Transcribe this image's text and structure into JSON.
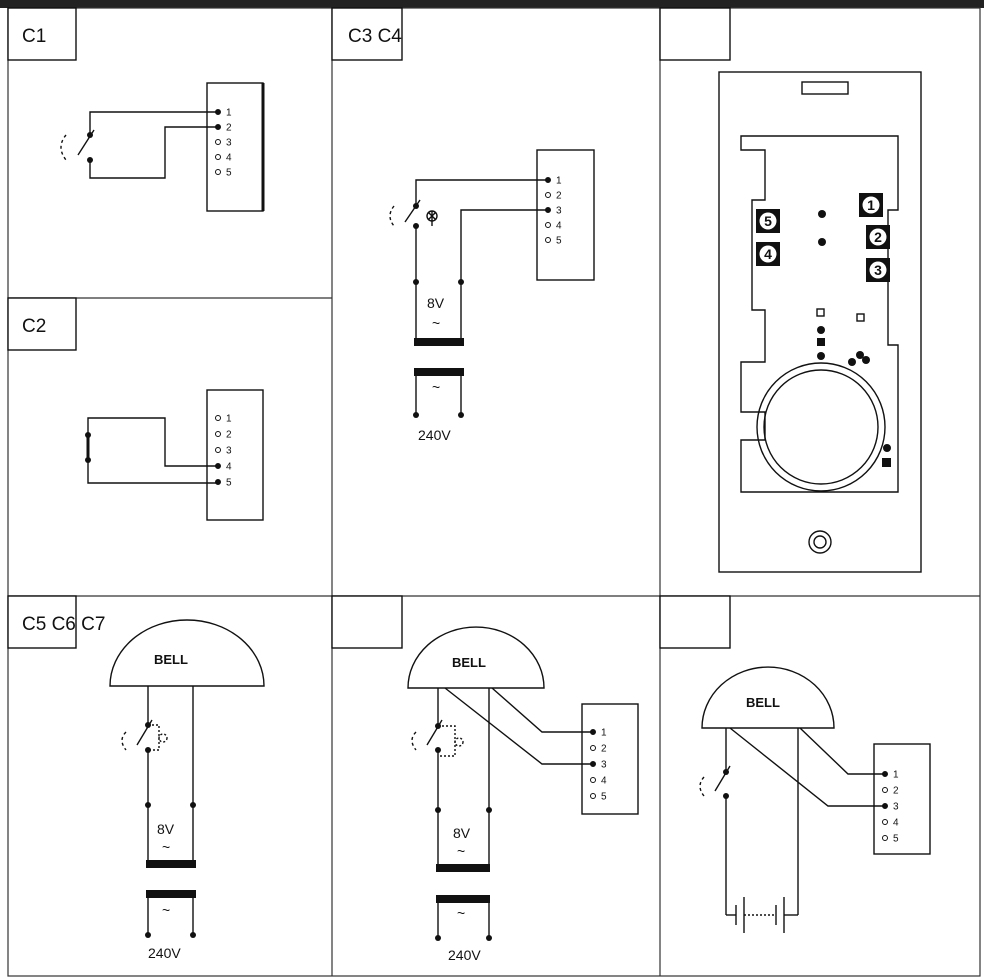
{
  "panels": {
    "p1": {
      "label": "C1"
    },
    "p2": {
      "label": "C2"
    },
    "p3": {
      "label": "C3 C4"
    },
    "p4": {
      "label": ""
    },
    "p5": {
      "label": "C5 C6 C7"
    },
    "p6": {
      "label": ""
    },
    "p7": {
      "label": ""
    }
  },
  "terminals": [
    "1",
    "2",
    "3",
    "4",
    "5"
  ],
  "transformer": {
    "secondary": "8V",
    "primary": "240V",
    "ac_symbol": "~"
  },
  "bell": {
    "label": "BELL"
  },
  "device_badges": [
    "1",
    "2",
    "3",
    "4",
    "5"
  ]
}
